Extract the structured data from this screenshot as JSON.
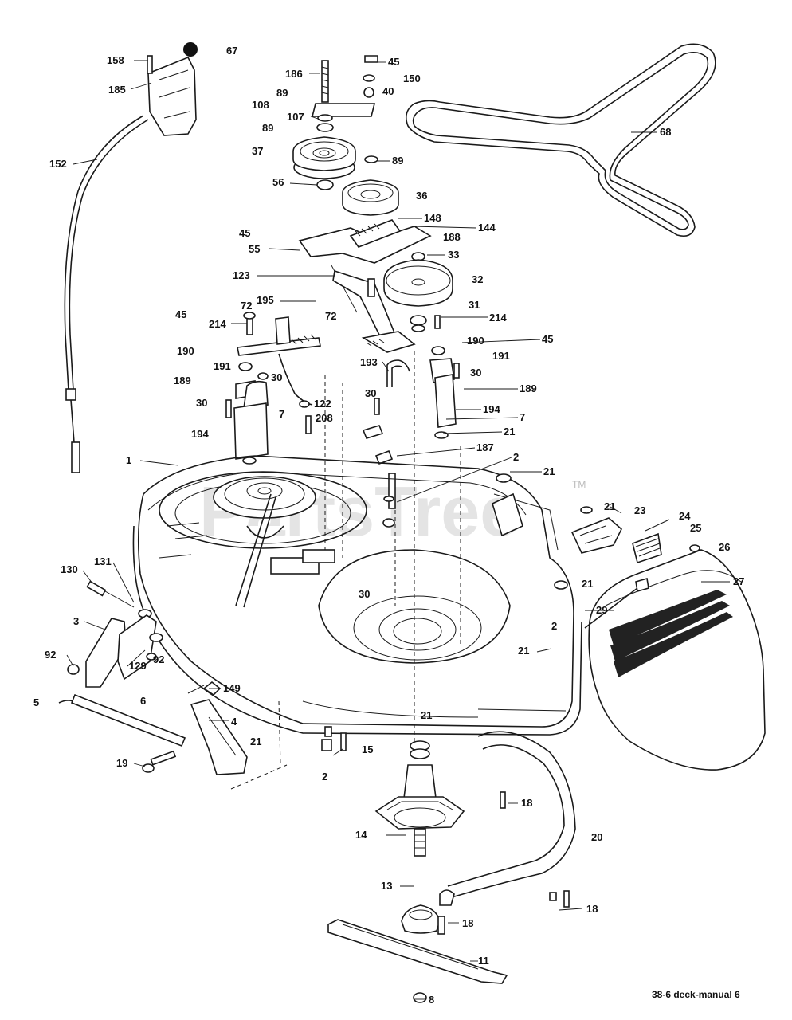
{
  "watermark": {
    "text": "PartsTree",
    "tm": "TM"
  },
  "footer": "38-6 deck-manual 6",
  "callouts": [
    {
      "id": "c1",
      "text": "158"
    },
    {
      "id": "c2",
      "text": "67"
    },
    {
      "id": "c3",
      "text": "185"
    },
    {
      "id": "c4",
      "text": "152"
    },
    {
      "id": "c5",
      "text": "186"
    },
    {
      "id": "c6",
      "text": "45"
    },
    {
      "id": "c7",
      "text": "150"
    },
    {
      "id": "c8",
      "text": "89"
    },
    {
      "id": "c9",
      "text": "40"
    },
    {
      "id": "c10",
      "text": "108"
    },
    {
      "id": "c11",
      "text": "107"
    },
    {
      "id": "c12",
      "text": "89"
    },
    {
      "id": "c13",
      "text": "37"
    },
    {
      "id": "c14",
      "text": "89"
    },
    {
      "id": "c15",
      "text": "68"
    },
    {
      "id": "c16",
      "text": "56"
    },
    {
      "id": "c17",
      "text": "36"
    },
    {
      "id": "c18",
      "text": "148"
    },
    {
      "id": "c19",
      "text": "144"
    },
    {
      "id": "c20",
      "text": "45"
    },
    {
      "id": "c21",
      "text": "188"
    },
    {
      "id": "c22",
      "text": "55"
    },
    {
      "id": "c23",
      "text": "33"
    },
    {
      "id": "c24",
      "text": "123"
    },
    {
      "id": "c25",
      "text": "32"
    },
    {
      "id": "c26",
      "text": "195"
    },
    {
      "id": "c27",
      "text": "72"
    },
    {
      "id": "c28",
      "text": "31"
    },
    {
      "id": "c29",
      "text": "45"
    },
    {
      "id": "c30",
      "text": "214"
    },
    {
      "id": "c31",
      "text": "72"
    },
    {
      "id": "c32",
      "text": "214"
    },
    {
      "id": "c33",
      "text": "190"
    },
    {
      "id": "c34",
      "text": "190"
    },
    {
      "id": "c35",
      "text": "191"
    },
    {
      "id": "c36",
      "text": "45"
    },
    {
      "id": "c37",
      "text": "191"
    },
    {
      "id": "c38",
      "text": "30"
    },
    {
      "id": "c39",
      "text": "193"
    },
    {
      "id": "c40",
      "text": "30"
    },
    {
      "id": "c41",
      "text": "189"
    },
    {
      "id": "c42",
      "text": "189"
    },
    {
      "id": "c43",
      "text": "30"
    },
    {
      "id": "c44",
      "text": "122"
    },
    {
      "id": "c45",
      "text": "30"
    },
    {
      "id": "c46",
      "text": "194"
    },
    {
      "id": "c47",
      "text": "208"
    },
    {
      "id": "c48",
      "text": "7"
    },
    {
      "id": "c49",
      "text": "194"
    },
    {
      "id": "c50",
      "text": "7"
    },
    {
      "id": "c51",
      "text": "21"
    },
    {
      "id": "c52",
      "text": "187"
    },
    {
      "id": "c53",
      "text": "1"
    },
    {
      "id": "c54",
      "text": "2"
    },
    {
      "id": "c55",
      "text": "21"
    },
    {
      "id": "c56",
      "text": "21"
    },
    {
      "id": "c57",
      "text": "23"
    },
    {
      "id": "c58",
      "text": "24"
    },
    {
      "id": "c59",
      "text": "25"
    },
    {
      "id": "c60",
      "text": "26"
    },
    {
      "id": "c61",
      "text": "130"
    },
    {
      "id": "c62",
      "text": "131"
    },
    {
      "id": "c63",
      "text": "27"
    },
    {
      "id": "c64",
      "text": "21"
    },
    {
      "id": "c65",
      "text": "3"
    },
    {
      "id": "c66",
      "text": "29"
    },
    {
      "id": "c67",
      "text": "30"
    },
    {
      "id": "c68",
      "text": "92"
    },
    {
      "id": "c69",
      "text": "2"
    },
    {
      "id": "c70",
      "text": "129"
    },
    {
      "id": "c71",
      "text": "92"
    },
    {
      "id": "c72",
      "text": "21"
    },
    {
      "id": "c73",
      "text": "149"
    },
    {
      "id": "c74",
      "text": "5"
    },
    {
      "id": "c75",
      "text": "6"
    },
    {
      "id": "c76",
      "text": "4"
    },
    {
      "id": "c77",
      "text": "21"
    },
    {
      "id": "c78",
      "text": "21"
    },
    {
      "id": "c79",
      "text": "15"
    },
    {
      "id": "c80",
      "text": "19"
    },
    {
      "id": "c81",
      "text": "2"
    },
    {
      "id": "c82",
      "text": "18"
    },
    {
      "id": "c83",
      "text": "14"
    },
    {
      "id": "c84",
      "text": "20"
    },
    {
      "id": "c85",
      "text": "13"
    },
    {
      "id": "c86",
      "text": "18"
    },
    {
      "id": "c87",
      "text": "18"
    },
    {
      "id": "c88",
      "text": "11"
    },
    {
      "id": "c89",
      "text": "8"
    }
  ]
}
